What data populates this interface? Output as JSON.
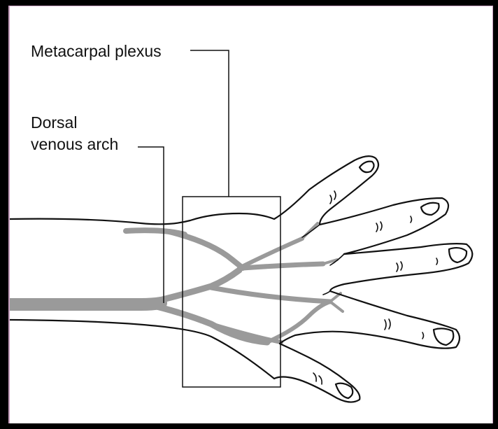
{
  "labels": {
    "metacarpal_plexus": "Metacarpal plexus",
    "dorsal_venous_arch_line1": "Dorsal",
    "dorsal_venous_arch_line2": "venous arch"
  },
  "colors": {
    "background": "#000000",
    "panel": "#ffffff",
    "ink": "#111111",
    "vein": "#9a9a9a",
    "border_accent": "#c8a0c0"
  }
}
